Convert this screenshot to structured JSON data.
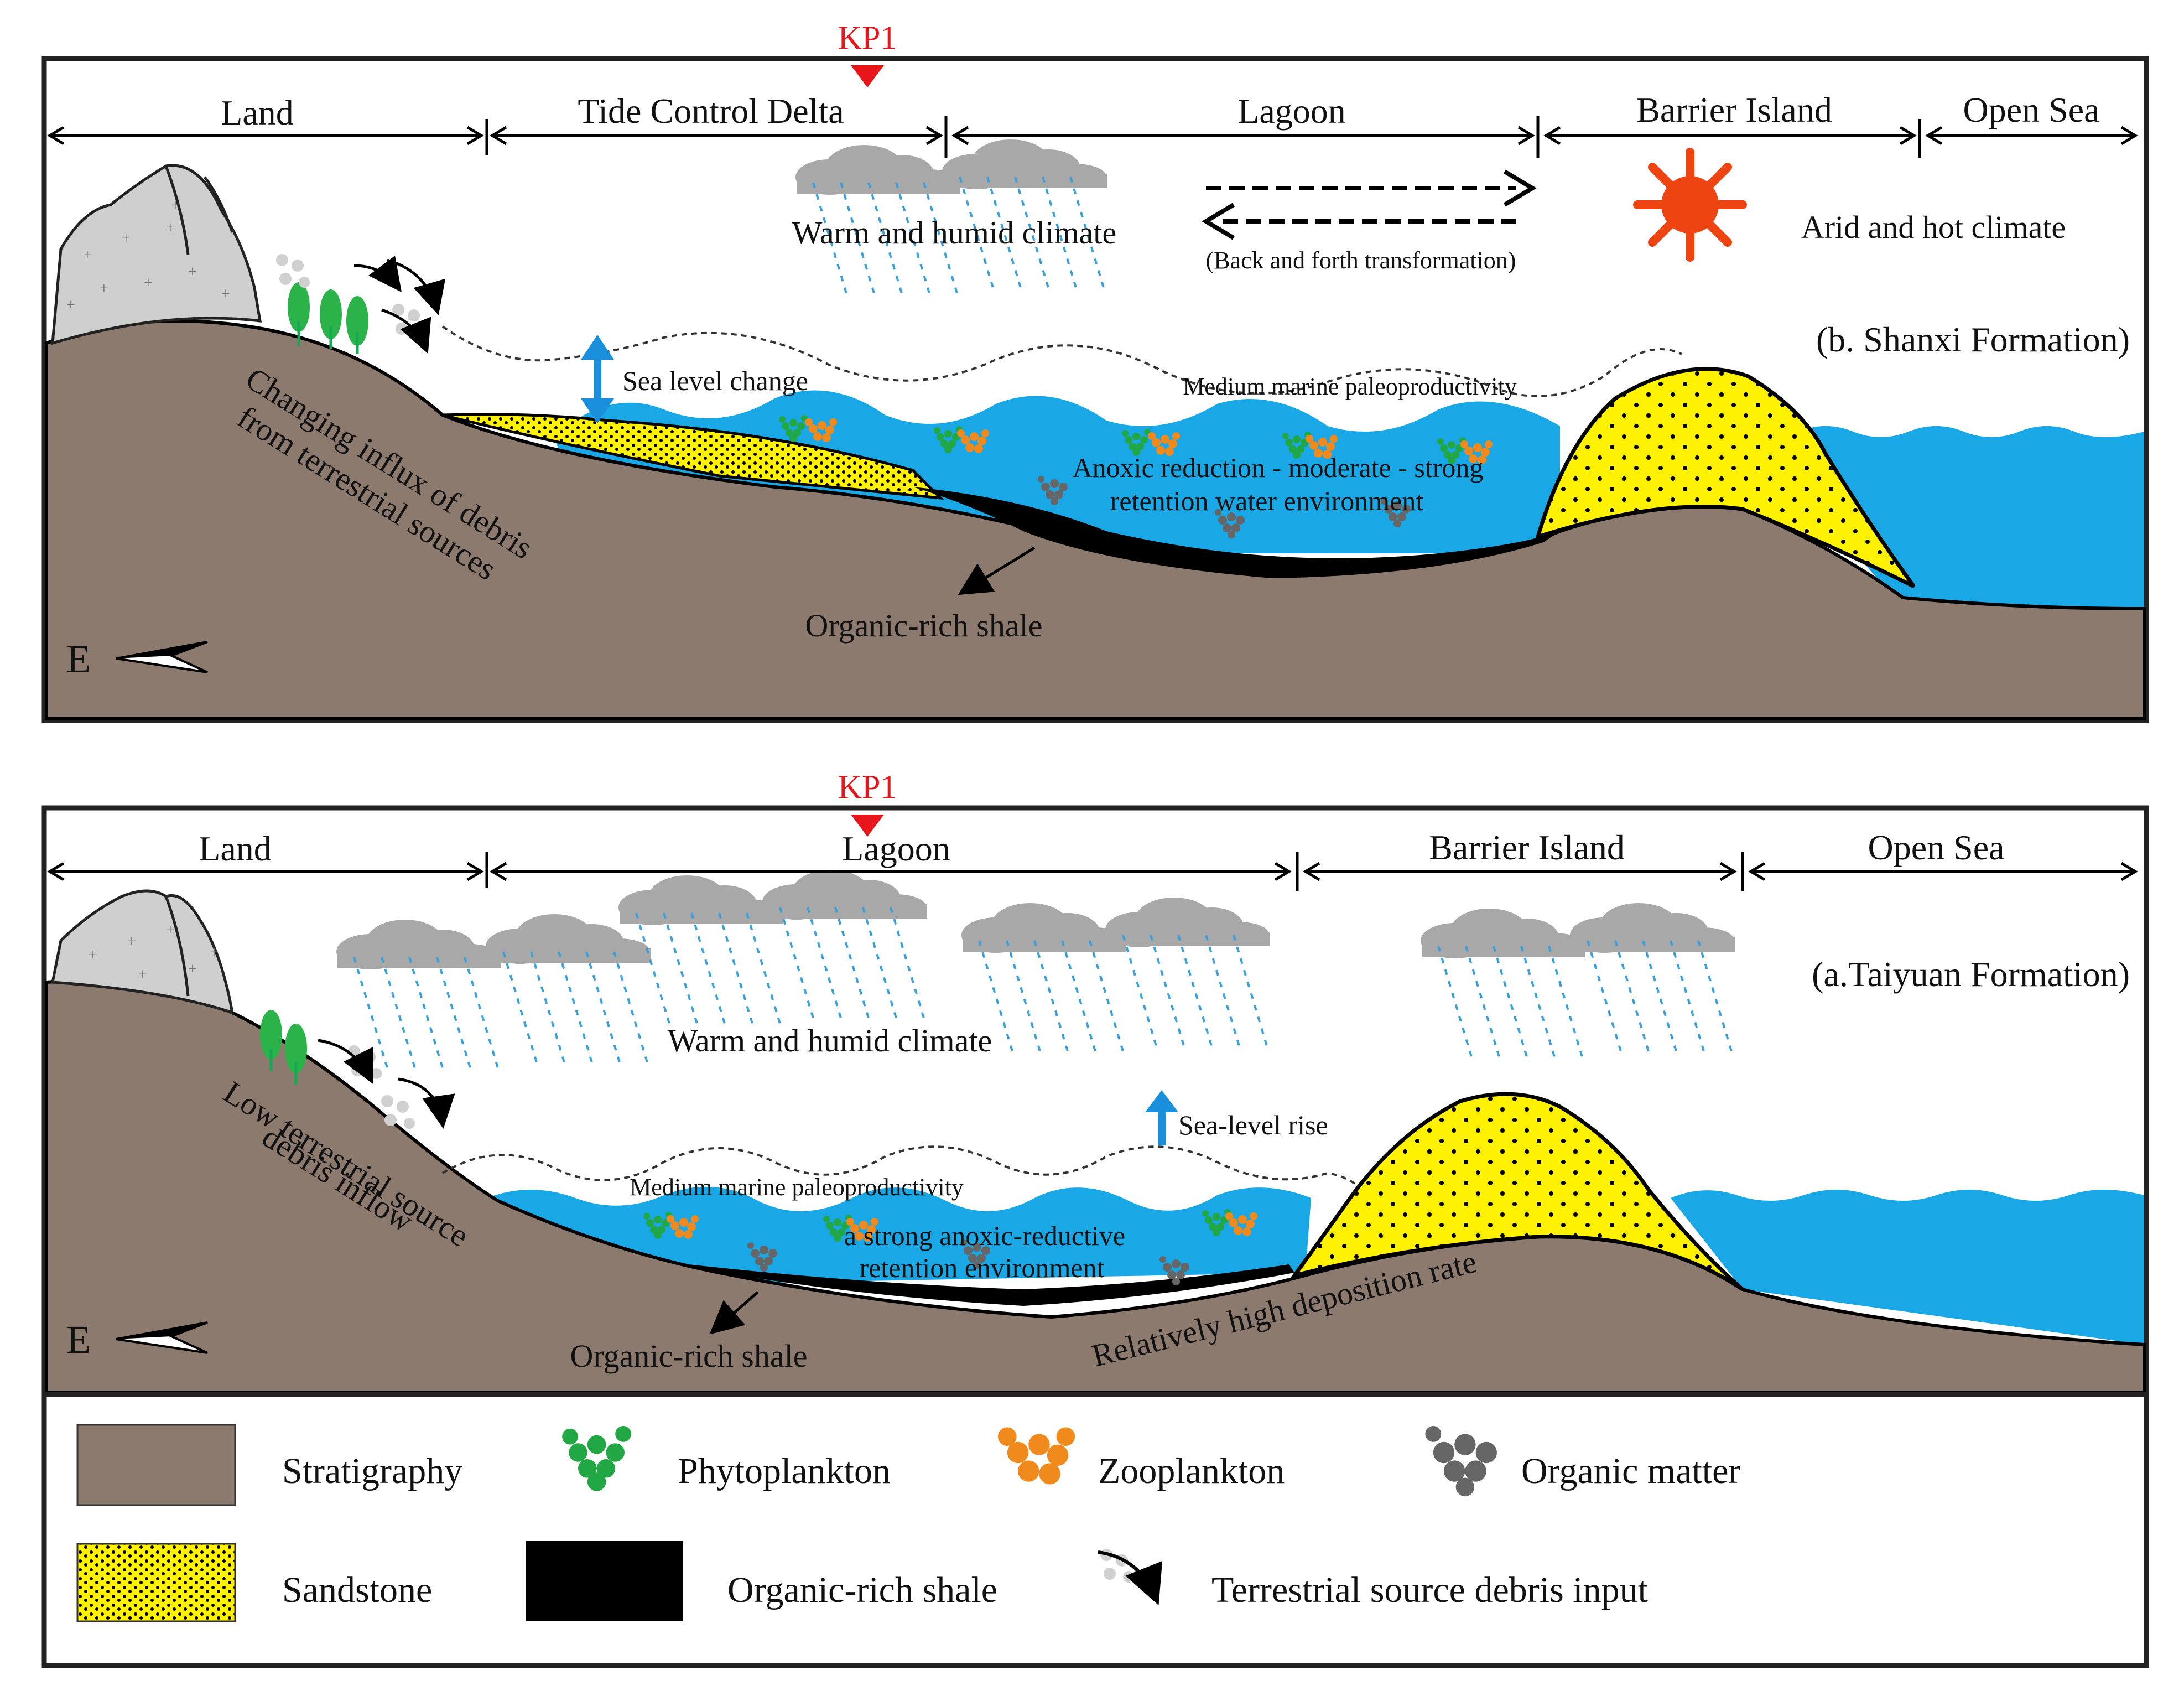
{
  "panel_b": {
    "kp_label": "KP1",
    "zones": [
      "Land",
      "Tide Control Delta",
      "Lagoon",
      "Barrier Island",
      "Open Sea"
    ],
    "climate_left": "Warm and humid climate",
    "climate_right": "Arid and hot climate",
    "transformation_note": "(Back and forth transformation)",
    "formation_label": "(b. Shanxi Formation)",
    "sea_level_label": "Sea level change",
    "productivity_label": "Medium marine paleoproductivity",
    "environment_line1": "Anoxic reduction - moderate - strong",
    "environment_line2": "retention water environment",
    "debris_line1": "Changing influx of debris",
    "debris_line2": "from terrestrial sources",
    "shale_label": "Organic-rich shale",
    "direction_label": "E"
  },
  "panel_a": {
    "kp_label": "KP1",
    "zones": [
      "Land",
      "Lagoon",
      "Barrier Island",
      "Open Sea"
    ],
    "formation_label": "(a.Taiyuan  Formation)",
    "climate_label": "Warm and humid climate",
    "sea_level_label": "Sea-level rise",
    "productivity_label": "Medium marine paleoproductivity",
    "environment_line1": "a strong anoxic-reductive",
    "environment_line2": "retention environment",
    "debris_line1": "Low terrestrial source",
    "debris_line2": "debris inflow",
    "shale_label": "Organic-rich shale",
    "deposition_label": "Relatively high deposition rate",
    "direction_label": "E"
  },
  "legend": {
    "items": [
      "Stratigraphy",
      "Phytoplankton",
      "Zooplankton",
      "Organic matter",
      "Sandstone",
      "Organic-rich shale",
      "Terrestrial source debris input"
    ]
  },
  "colors": {
    "stratigraphy": "#8c7a6e",
    "water": "#1aa7e6",
    "sandstone": "#fff200",
    "shale": "#000000",
    "phytoplankton": "#22a745",
    "zooplankton": "#f08a1c",
    "organic_matter": "#666666",
    "sun": "#ee4411",
    "kp_marker": "#e8161b",
    "tree": "#2bb34a",
    "rain": "#3aa0dc",
    "cloud": "#a8a8a8"
  }
}
